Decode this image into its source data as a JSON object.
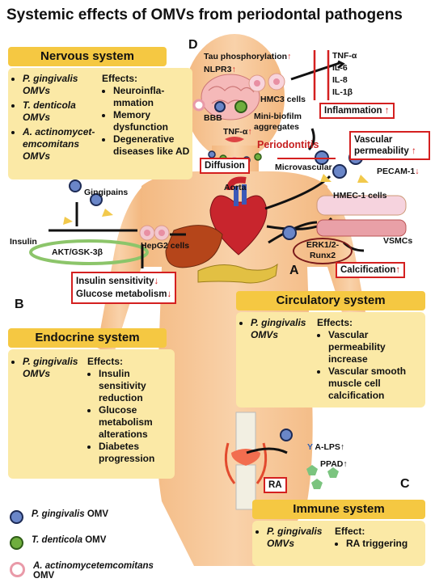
{
  "title": "Systemic effects of OMVs from periodontal pathogens",
  "labels": {
    "A": "A",
    "B": "B",
    "C": "C",
    "D": "D"
  },
  "nervous": {
    "heading": "Nervous system",
    "sources": [
      "P. gingivalis OMVs",
      "T. denticola OMVs",
      "A. actinomycet-emcomitans OMVs"
    ],
    "effects_title": "Effects:",
    "effects": [
      "Neuroinfla-mmation",
      "Memory dysfunction",
      "Degenerative diseases like AD"
    ]
  },
  "endocrine": {
    "heading": "Endocrine system",
    "sources": [
      "P. gingivalis OMVs"
    ],
    "effects_title": "Effects:",
    "effects": [
      "Insulin sensitivity reduction",
      "Glucose metabolism alterations",
      "Diabetes progression"
    ]
  },
  "circulatory": {
    "heading": "Circulatory system",
    "sources": [
      "P. gingivalis OMVs"
    ],
    "effects_title": "Effects:",
    "effects": [
      "Vascular permeability increase",
      "Vascular smooth muscle cell calcification"
    ]
  },
  "immune": {
    "heading": "Immune system",
    "sources": [
      "P. gingivalis OMVs"
    ],
    "effects_title": "Effect:",
    "effects": [
      "RA triggering"
    ]
  },
  "brain": {
    "tau": "Tau phosphorylation",
    "nlpr3": "NLPR3",
    "hmc3": "HMC3 cells",
    "bbb": "BBB",
    "tnf_bbb": "TNF-α",
    "biofilm": "Mini-biofilm aggregates",
    "cytokines": [
      "TNF-α",
      "IL-6",
      "IL-8",
      "IL-1β"
    ],
    "inflammation": "Inflammation",
    "up_arrow": "↑",
    "down_arrow": "↓"
  },
  "mouth": {
    "periodontitis": "Periodontitis",
    "diffusion": "Diffusion"
  },
  "vascular": {
    "permeability": "Vascular permeability",
    "pecam": "PECAM-1",
    "microvascular": "Microvascular",
    "aorta": "Aorta",
    "hmec": "HMEC-1 cells",
    "erk": "ERK1/2-Runx2",
    "vsmcs": "VSMCs",
    "calcification": "Calcification"
  },
  "liver": {
    "gingipains": "Gingipains",
    "insulin": "Insulin",
    "akt": "AKT/GSK-3β",
    "hepg2": "HepG2 cells",
    "insulin_sens": "Insulin sensitivity",
    "glucose": "Glucose metabolism"
  },
  "joint": {
    "alps": "A-LPS",
    "ppad": "PPAD",
    "ra": "RA"
  },
  "legend": [
    {
      "name_italic": "P. gingivalis",
      "name_rest": " OMV",
      "color": "#6a86c8",
      "ring": "#1c2a55"
    },
    {
      "name_italic": "T. denticola",
      "name_rest": " OMV",
      "color": "#6fae3d",
      "ring": "#2f5d18"
    },
    {
      "name_italic": "A. actinomycetemcomitans",
      "name_rest": " OMV",
      "color": "#ffffff",
      "ring": "#e99aa8"
    }
  ],
  "colors": {
    "panel_head": "#f5c842",
    "panel_body": "#fbe9a6",
    "body": "#f6c89a",
    "accent_red": "#d42020"
  }
}
